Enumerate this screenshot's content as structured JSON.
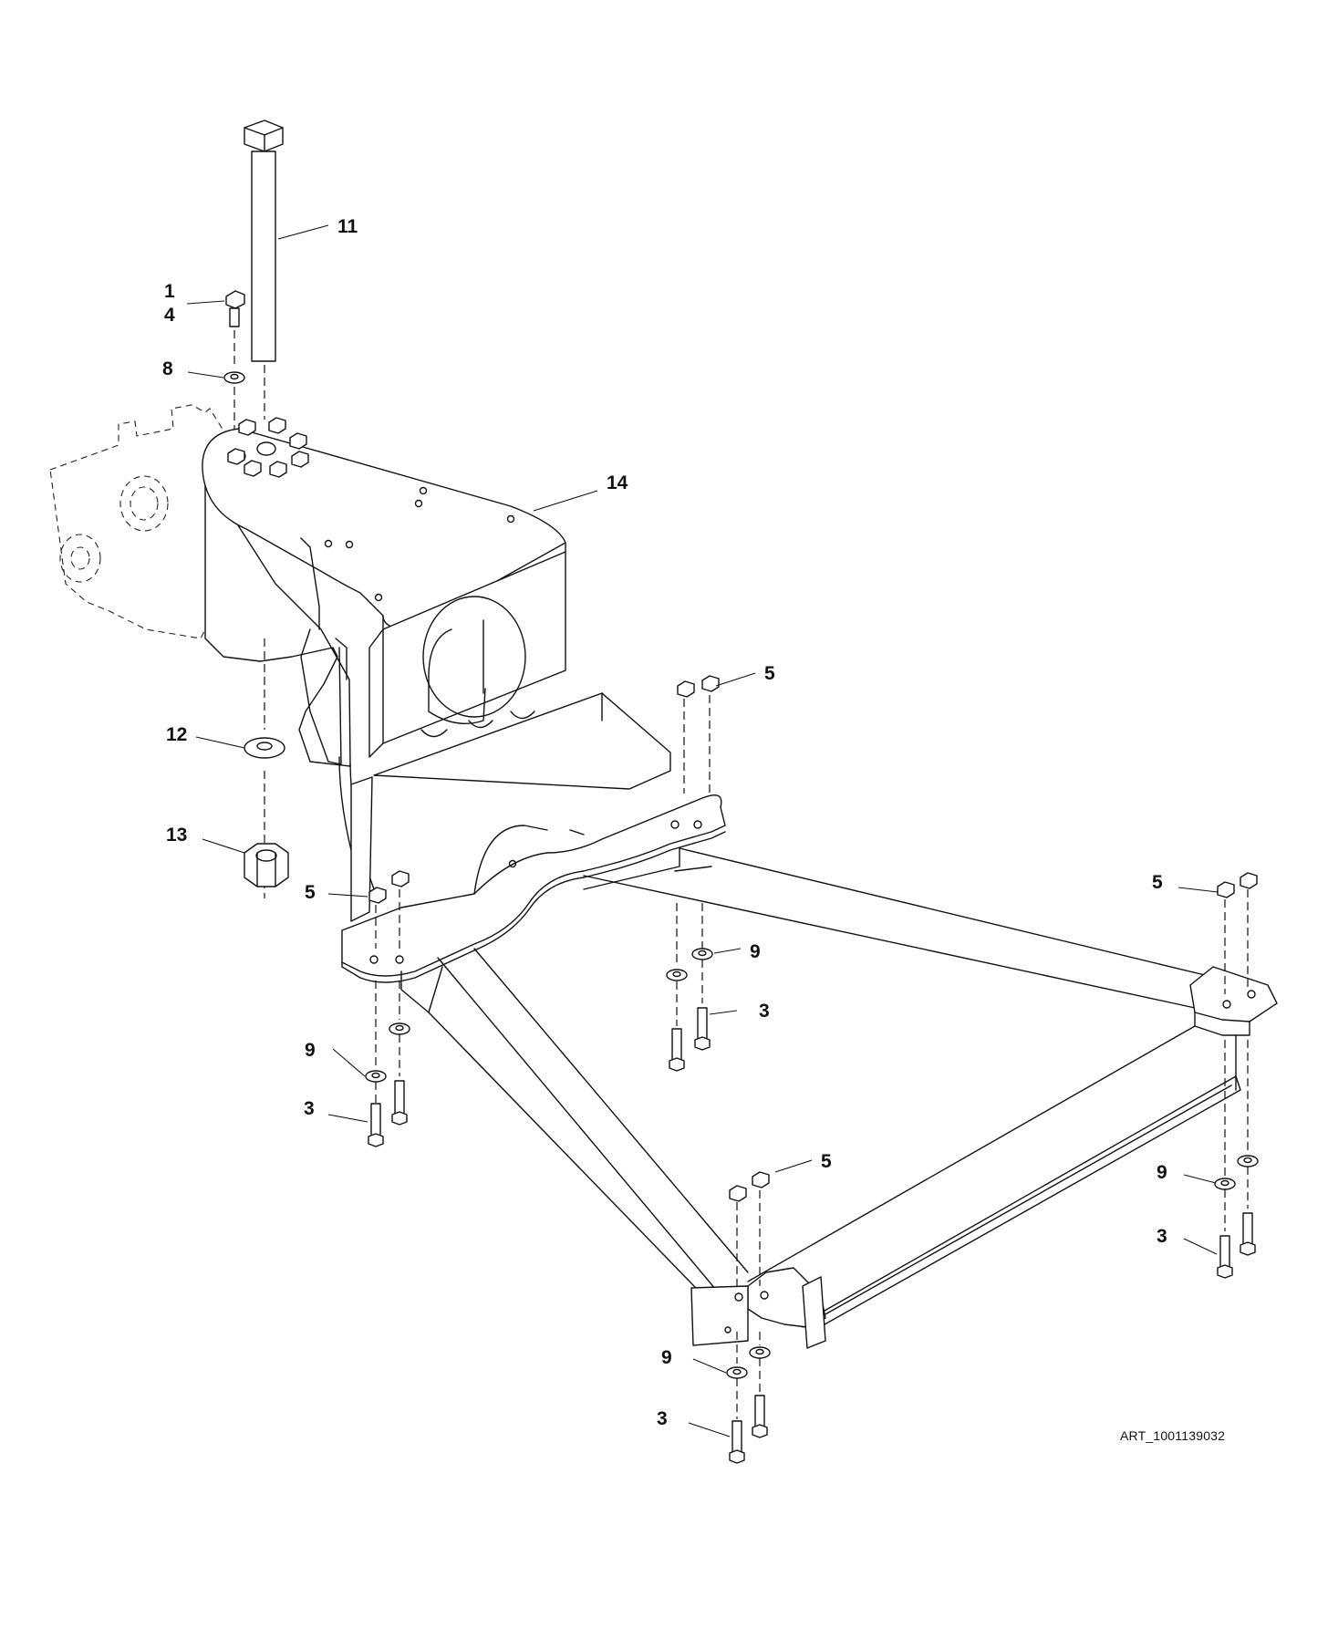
{
  "art_reference": "ART_1001139032",
  "callouts": {
    "c1": "1",
    "c4": "4",
    "c8": "8",
    "c11": "11",
    "c14": "14",
    "c12": "12",
    "c13": "13",
    "c5a": "5",
    "c5b": "5",
    "c5c": "5",
    "c5d": "5",
    "c9a": "9",
    "c9b": "9",
    "c9c": "9",
    "c9d": "9",
    "c3a": "3",
    "c3b": "3",
    "c3c": "3",
    "c3d": "3"
  }
}
